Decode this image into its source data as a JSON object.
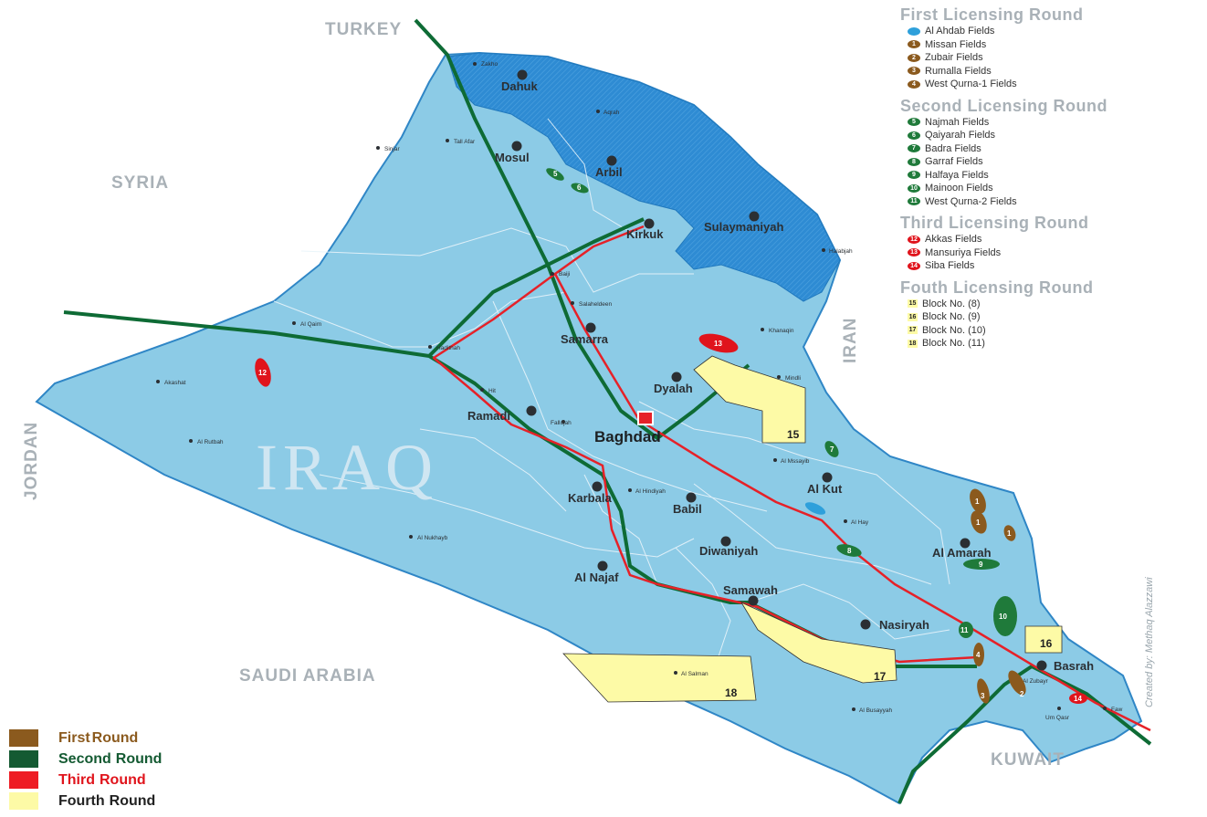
{
  "countries": {
    "turkey": "TURKEY",
    "syria": "SYRIA",
    "jordan": "JORDAN",
    "saudi": "SAUDI ARABIA",
    "kuwait": "KUWAIT",
    "iran": "IRAN"
  },
  "watermark": "IRAQ",
  "credit": "Created by: Methaq Alazzawi",
  "cities_major": {
    "dahuk": "Dahuk",
    "mosul": "Mosul",
    "arbil": "Arbil",
    "sulaymaniyah": "Sulaymaniyah",
    "kirkuk": "Kirkuk",
    "samarra": "Samarra",
    "dyalah": "Dyalah",
    "ramadi": "Ramadi",
    "karbala": "Karbala",
    "babil": "Babil",
    "al_kut": "Al Kut",
    "diwaniyah": "Diwaniyah",
    "al_najaf": "Al Najaf",
    "samawah": "Samawah",
    "nasiryah": "Nasiryah",
    "al_amarah": "Al Amarah",
    "basrah": "Basrah"
  },
  "capital": "Baghdad",
  "cities_minor": {
    "zakho": "Zakho",
    "aqrah": "Aqrah",
    "sinjar": "Sinjar",
    "tall_afar": "Tall Afar",
    "halabjah": "Halabjah",
    "baiji": "Baiji",
    "salaheldeen": "Salaheldeen",
    "al_qaim": "Al Qaim",
    "hadithah": "Hadithah",
    "khanaqin": "Khanaqin",
    "mindli": "Mindli",
    "akashat": "Akashat",
    "hit": "Hit",
    "fallujah": "Fallujah",
    "al_rutbah": "Al Rutbah",
    "al_mssayib": "Al Mssayib",
    "al_hindiyah": "Al Hindiyah",
    "al_hay": "Al Hay",
    "al_nukhayb": "Al Nukhayb",
    "al_salman": "Al Salman",
    "al_busayyah": "Al Busayyah",
    "al_zubayr": "Al Zubayr",
    "um_qasr": "Um Qasr",
    "faw": "Faw"
  },
  "fields": {
    "f1": "1",
    "f2": "2",
    "f3": "3",
    "f4": "4",
    "f5": "5",
    "f6": "6",
    "f7": "7",
    "f8": "8",
    "f9": "9",
    "f10": "10",
    "f11": "11",
    "f12": "12",
    "f13": "13",
    "f14": "14"
  },
  "blocks": {
    "b15": "15",
    "b16": "16",
    "b17": "17",
    "b18": "18"
  },
  "legend": {
    "round1": {
      "title": "First Licensing Round",
      "items": [
        {
          "n": "",
          "label": "Al Ahdab Fields"
        },
        {
          "n": "1",
          "label": "Missan Fields"
        },
        {
          "n": "2",
          "label": "Zubair Fields"
        },
        {
          "n": "3",
          "label": "Rumalla Fields"
        },
        {
          "n": "4",
          "label": "West Qurna-1 Fields"
        }
      ]
    },
    "round2": {
      "title": "Second Licensing Round",
      "items": [
        {
          "n": "5",
          "label": "Najmah Fields"
        },
        {
          "n": "6",
          "label": "Qaiyarah Fields"
        },
        {
          "n": "7",
          "label": "Badra Fields"
        },
        {
          "n": "8",
          "label": "Garraf Fields"
        },
        {
          "n": "9",
          "label": "Halfaya Fields"
        },
        {
          "n": "10",
          "label": "Mainoon Fields"
        },
        {
          "n": "11",
          "label": "West Qurna-2 Fields"
        }
      ]
    },
    "round3": {
      "title": "Third Licensing Round",
      "items": [
        {
          "n": "12",
          "label": "Akkas Fields"
        },
        {
          "n": "13",
          "label": "Mansuriya Fields"
        },
        {
          "n": "14",
          "label": "Siba Fields"
        }
      ]
    },
    "round4": {
      "title": "Fouth Licensing Round",
      "items": [
        {
          "n": "15",
          "label": "Block No. (8)"
        },
        {
          "n": "16",
          "label": "Block No. (9)"
        },
        {
          "n": "17",
          "label": "Block No. (10)"
        },
        {
          "n": "18",
          "label": "Block No. (11)"
        }
      ]
    }
  },
  "round_legend": [
    {
      "a": "First",
      "b": "Round",
      "color": "#8b5a1e",
      "text_color": "#8b5a1e"
    },
    {
      "a": "Second",
      "b": "Round",
      "color": "#145a32",
      "text_color": "#145a32"
    },
    {
      "a": "Third",
      "b": "Round",
      "color": "#ee1c24",
      "text_color": "#e0141c"
    },
    {
      "a": "Fourth",
      "b": "Round",
      "color": "#fdfaa6",
      "text_color": "#222222"
    }
  ],
  "colors": {
    "iraq": "#8ccbe6",
    "kurdistan": "#2e8bd3",
    "pipeline_green": "#0e6b35",
    "pipeline_red": "#e62128",
    "first": "#8b5a1e",
    "ahdab": "#2ea0db",
    "second": "#1f7a3a",
    "third": "#e0141c",
    "fourth": "#fdfaa6"
  }
}
